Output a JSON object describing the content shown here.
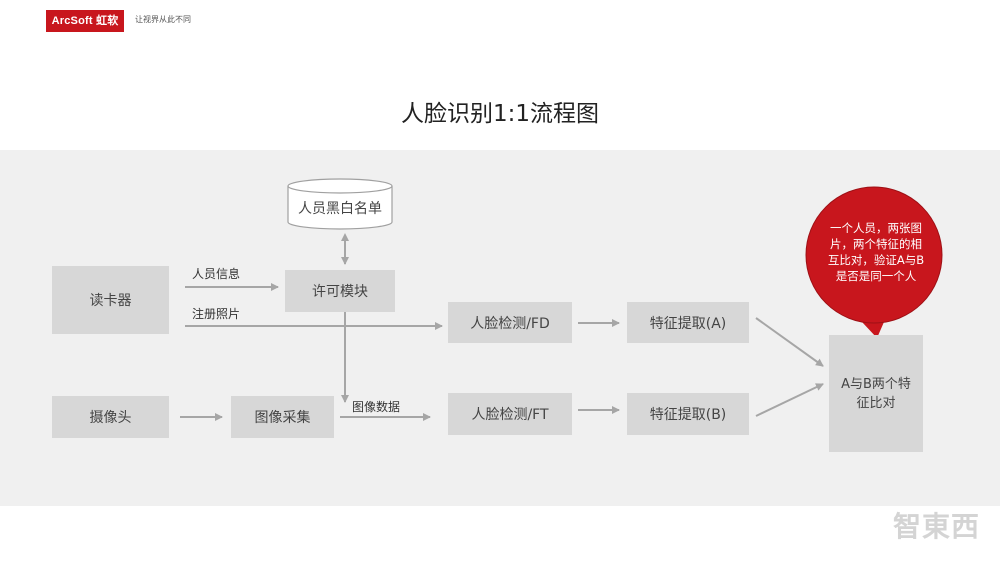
{
  "header": {
    "logo_text": "ArcSoft 虹软",
    "tagline": "让视界从此不同"
  },
  "title": "人脸识别1:1流程图",
  "nodes": {
    "blacklist_db": "人员黑白名单",
    "card_reader": "读卡器",
    "permission_module": "许可模块",
    "face_detect_fd": "人脸检测/FD",
    "feature_extract_a": "特征提取(A)",
    "camera": "摄像头",
    "image_capture": "图像采集",
    "face_detect_ft": "人脸检测/FT",
    "feature_extract_b": "特征提取(B)",
    "compare": "A与B两个特征比对"
  },
  "edge_labels": {
    "person_info": "人员信息",
    "register_photo": "注册照片",
    "image_data": "图像数据"
  },
  "callout": {
    "text": "一个人员，两张图片，两个特征的相互比对，验证A与B是否是同一个人",
    "color": "#c8161d"
  },
  "watermark": "智東西",
  "colors": {
    "box": "#d7d7d7",
    "band": "#f0f0f0",
    "arrow": "#a6a6a6",
    "brand_red": "#c8161d"
  }
}
